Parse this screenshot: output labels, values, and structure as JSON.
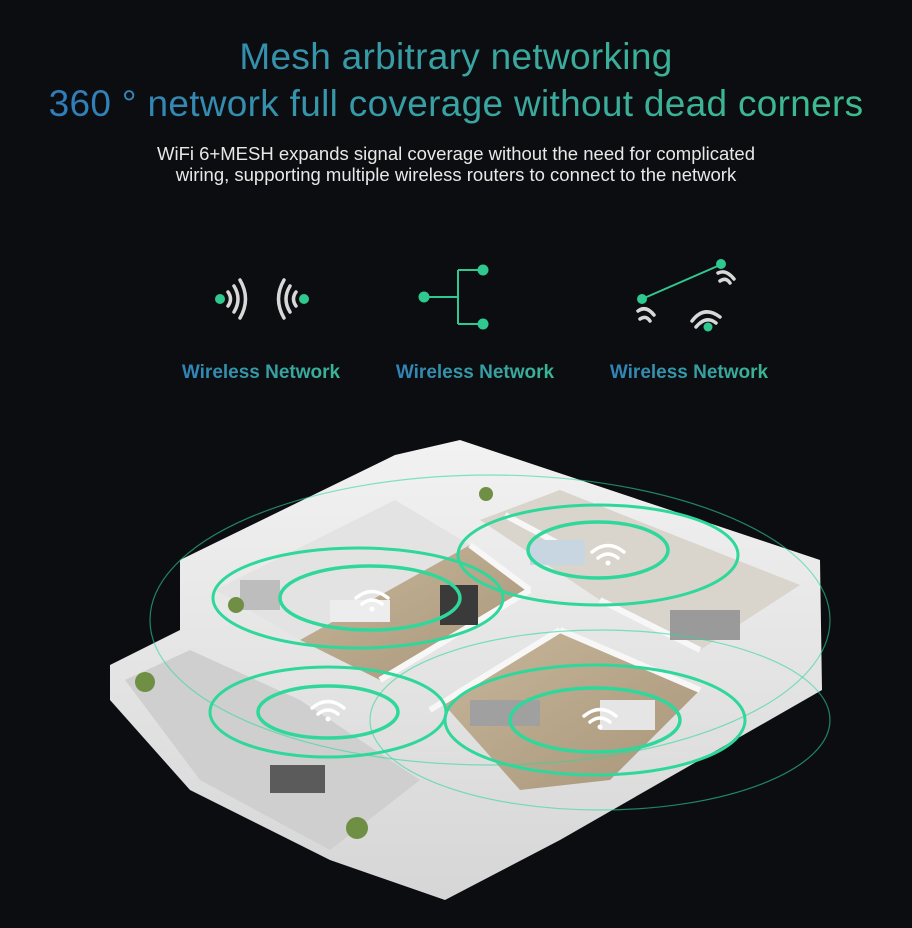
{
  "header": {
    "title_line1": "Mesh arbitrary networking",
    "title_line2": "360 ° network full coverage without dead corners",
    "subtitle_line1": "WiFi 6+MESH expands signal coverage without the need for complicated",
    "subtitle_line2": "wiring, supporting multiple wireless routers to connect to the network"
  },
  "features": [
    {
      "label": "Wireless Network",
      "icon": "wifi-pair-icon"
    },
    {
      "label": "Wireless Network",
      "icon": "branch-network-icon"
    },
    {
      "label": "Wireless Network",
      "icon": "mesh-nodes-icon"
    }
  ],
  "colors": {
    "background": "#0c0d10",
    "accent_blue": "#2f78bd",
    "accent_green": "#3dc08c",
    "signal_ring": "#2fd79b",
    "text": "#e8e8e8"
  },
  "illustration": {
    "icon": "floorplan-illustration",
    "signal_icon": "wifi-signal-icon"
  }
}
